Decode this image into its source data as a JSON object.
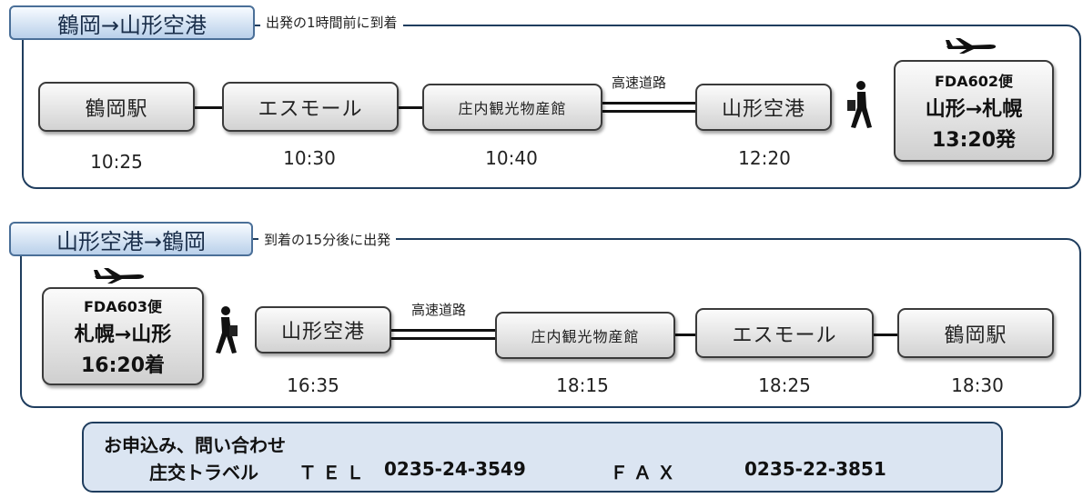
{
  "route1": {
    "title": "鶴岡→山形空港",
    "note": "出発の1時間前に到着",
    "highway": "高速道路",
    "stops": [
      {
        "name": "鶴岡駅",
        "time": "10:25"
      },
      {
        "name": "エスモール",
        "time": "10:30"
      },
      {
        "name": "庄内観光物産館",
        "time": "10:40"
      },
      {
        "name": "山形空港",
        "time": "12:20"
      }
    ],
    "flight": {
      "number": "FDA602便",
      "route": "山形→札幌",
      "time": "13:20発"
    }
  },
  "route2": {
    "title": "山形空港→鶴岡",
    "note": "到着の15分後に出発",
    "highway": "高速道路",
    "flight": {
      "number": "FDA603便",
      "route": "札幌→山形",
      "time": "16:20着"
    },
    "stops": [
      {
        "name": "山形空港",
        "time": "16:35"
      },
      {
        "name": "庄内観光物産館",
        "time": "18:15"
      },
      {
        "name": "エスモール",
        "time": "18:25"
      },
      {
        "name": "鶴岡駅",
        "time": "18:30"
      }
    ]
  },
  "contact": {
    "heading": "お申込み、問い合わせ",
    "company": "庄交トラベル",
    "tel_label": "ＴＥＬ",
    "tel": "0235-24-3549",
    "fax_label": "ＦＡＸ",
    "fax": "0235-22-3851"
  },
  "colors": {
    "frame": "#1f3d5e",
    "tab_fill": "#b9d0ea",
    "contact_fill": "#dbe5f2"
  },
  "icons": [
    "airplane-icon",
    "walking-person-icon"
  ]
}
